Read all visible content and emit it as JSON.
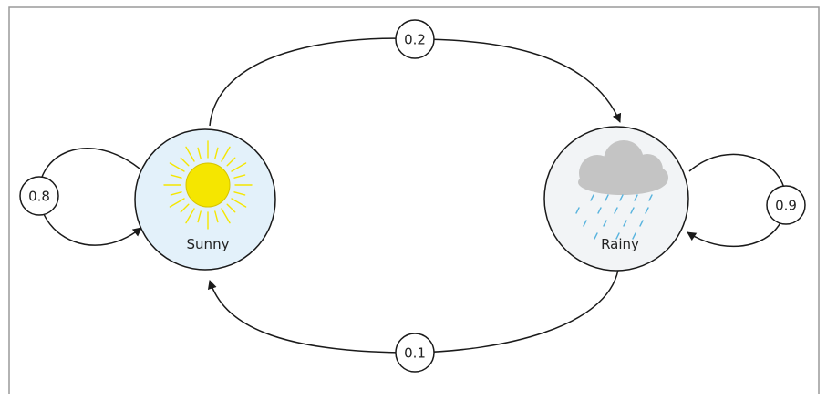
{
  "diagram": {
    "states": [
      {
        "id": "sunny",
        "label": "Sunny",
        "icon": "sun-icon",
        "fill": "#e3f1fa",
        "icon_color": "#f5e600"
      },
      {
        "id": "rainy",
        "label": "Rainy",
        "icon": "rain-cloud-icon",
        "fill": "#f2f4f6",
        "icon_color": "#c4c4c4",
        "rain_color": "#5ab4de"
      }
    ],
    "transitions": [
      {
        "from": "sunny",
        "to": "rainy",
        "probability": "0.2"
      },
      {
        "from": "rainy",
        "to": "sunny",
        "probability": "0.1"
      },
      {
        "from": "sunny",
        "to": "sunny",
        "probability": "0.8"
      },
      {
        "from": "rainy",
        "to": "rainy",
        "probability": "0.9"
      }
    ],
    "colors": {
      "stroke": "#1a1a1a",
      "frame": "#9a9a9a"
    }
  }
}
